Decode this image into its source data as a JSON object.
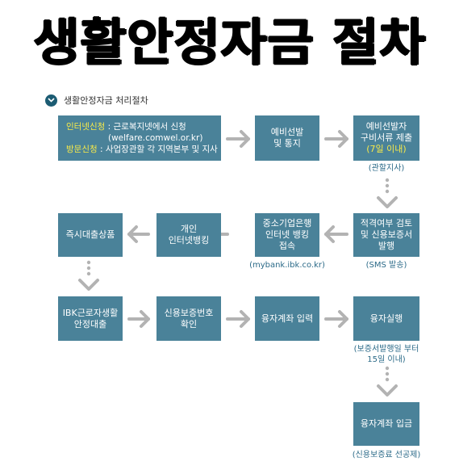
{
  "title": "생활안정자금 절차",
  "subhead": "생활안정자금 처리절차",
  "boxes": {
    "apply_online_label": "인터넷신청",
    "apply_online_text": " : 근로복지넷에서 신청",
    "apply_online_url": "(welfare.comwel.or.kr)",
    "apply_visit_label": "방문신청",
    "apply_visit_text": " : 사업장관할 각 지역본부 및 지사",
    "preselect_l1": "예비선발",
    "preselect_l2": "및 통지",
    "docs_l1": "예비선발자",
    "docs_l2": "구비서류 제출",
    "docs_l3": "(7일 이내)",
    "review_l1": "적격여부 검토",
    "review_l2": "및 신용보증서",
    "review_l3": "발행",
    "ibk_l1": "중소기업은행",
    "ibk_l2": "인터넷 뱅킹",
    "ibk_l3": "접속",
    "personal_l1": "개인",
    "personal_l2": "인터넷뱅킹",
    "instant": "즉시대출상품",
    "loan_l1": "IBK근로자생활",
    "loan_l2": "안정대출",
    "guarantee_l1": "신용보증번호",
    "guarantee_l2": "확인",
    "account": "융자계좌 입력",
    "execute": "융자실행",
    "deposit": "융자계좌 입금"
  },
  "notes": {
    "branch": "(관할지사)",
    "sms": "(SMS 발송)",
    "bank_url": "(mybank.ibk.co.kr)",
    "within_l1": "(보증서발행일 부터",
    "within_l2": "15일 이내)",
    "fee": "(신용보증료 선공제)"
  },
  "colors": {
    "box": "#4a8299",
    "highlight": "#f6e94a",
    "note": "#2b6a88",
    "arrow": "#b3b3b3",
    "subhead_icon": "#1c5c73"
  }
}
